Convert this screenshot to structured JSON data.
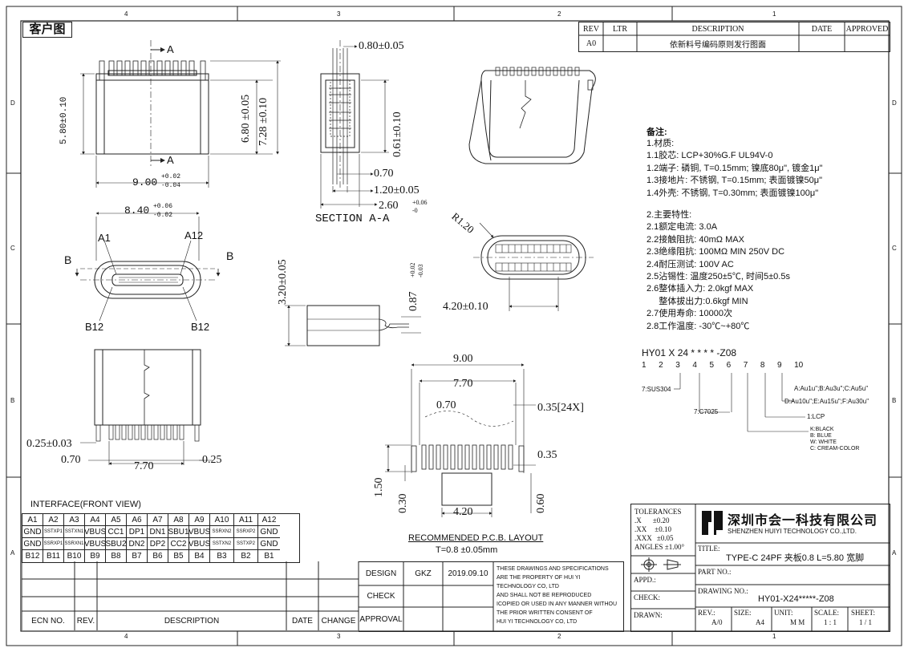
{
  "customer_label": "客户图",
  "zones_top": [
    "4",
    "3",
    "2",
    "1"
  ],
  "zones_side": [
    "D",
    "C",
    "B",
    "A"
  ],
  "rev_table": {
    "headers": [
      "REV",
      "LTR",
      "DESCRIPTION",
      "DATE",
      "APPROVED"
    ],
    "rev": "A0",
    "description": "依新料号编码原则发行图面"
  },
  "dims": {
    "d580": "5.80±0.10",
    "d900": "9.00",
    "d900_tol_up": "+0.02",
    "d900_tol_dn": "-0.04",
    "d680": "6.80 ±0.05",
    "d728": "7.28 ±0.10",
    "sect_a": "A",
    "d080": "0.80±0.05",
    "d061": "0.61±0.10",
    "d070": "0.70",
    "d120": "1.20±0.05",
    "d260": "2.60",
    "d260_tol_up": "+0.06",
    "d260_tol_dn": "-0",
    "section_label": "SECTION A-A",
    "d840": "8.40",
    "d840_tol_up": "+0.06",
    "d840_tol_dn": "-0.02",
    "a1": "A1",
    "a12": "A12",
    "b1": "B12",
    "b12": "B12",
    "sect_b": "B",
    "r120": "R1.20",
    "d420": "4.20±0.10",
    "d320": "3.20±0.05",
    "d087": "0.87",
    "d087_tol_up": "+0.02",
    "d087_tol_dn": "-0.03",
    "d025": "0.25±0.03",
    "d070b": "0.70",
    "d770b": "7.70",
    "d025b": "0.25",
    "p900": "9.00",
    "p770": "7.70",
    "p070": "0.70",
    "p035x24": "0.35[24X]",
    "p035": "0.35",
    "p150": "1.50",
    "p030": "0.30",
    "p420": "4.20",
    "p060": "0.60",
    "pcb_title": "RECOMMENDED  P.C.B. LAYOUT",
    "pcb_thick": "T=0.8 ±0.05mm"
  },
  "notes": {
    "title": "备注:",
    "lines": [
      "1.材质:",
      "1.1胶芯: LCP+30%G.F UL94V-0",
      "1.2端子: 磷铜, T=0.15mm; 镍底80μ\", 镀金1μ\"",
      "1.3接地片: 不锈钢, T=0.15mm; 表面镀镍50μ\"",
      "1.4外壳: 不锈钢, T=0.30mm; 表面镀镍100μ\"",
      "",
      "2.主要特性:",
      "2.1额定电流: 3.0A",
      "2.2接触阻抗: 40mΩ MAX",
      "2.3绝缘阻抗: 100MΩ MIN 250V DC",
      "2.4耐压测试: 100V AC",
      "2.5沾锡性: 温度250±5℃, 时间5±0.5s",
      "2.6整体插入力: 2.0kgf MAX",
      "     整体拔出力:0.6kgf MIN",
      "2.7使用寿命: 10000次",
      "2.8工作温度: -30℃~+80℃"
    ]
  },
  "part_code": {
    "code": "HY01 X 24 * * * * -Z08",
    "positions": "1  2  3  4  5  6  7  8  9  10",
    "opt9a": "A:Au1u\";B:Au3u\";C:Au5u\"",
    "opt9b": "D:Au10u\";E:Au15u\";F:Au30u\"",
    "opt7": "7:SUS304",
    "opt6": "7:C7025",
    "opt8": "1:LCP",
    "colors": [
      "K:BLACK",
      "B: BLUE",
      "W: WHITE",
      "C: CREAM-COLOR"
    ]
  },
  "interface": {
    "title": "INTERFACE(FRONT VIEW)",
    "rows": [
      [
        "A1",
        "A2",
        "A3",
        "A4",
        "A5",
        "A6",
        "A7",
        "A8",
        "A9",
        "A10",
        "A11",
        "A12"
      ],
      [
        "GND",
        "SSTXP1",
        "SSTXN1",
        "VBUS",
        "CC1",
        "DP1",
        "DN1",
        "SBU1",
        "VBUS",
        "SSRXN2",
        "SSRXP2",
        "GND"
      ],
      [
        "GND",
        "SSRXP1",
        "SSRXN1",
        "VBUS",
        "SBU2",
        "DN2",
        "DP2",
        "CC2",
        "VBUS",
        "SSTXN2",
        "SSTXP2",
        "GND"
      ],
      [
        "B12",
        "B11",
        "B10",
        "B9",
        "B8",
        "B7",
        "B6",
        "B5",
        "B4",
        "B3",
        "B2",
        "B1"
      ]
    ]
  },
  "revision_block": {
    "ecn": "ECN NO.",
    "rev": "REV.",
    "desc": "DESCRIPTION",
    "date": "DATE",
    "change": "CHANGE",
    "design": "DESIGN",
    "check": "CHECK",
    "approval": "APPROVAL",
    "designer": "GKZ",
    "design_date": "2019.09.10",
    "notice": [
      "THESE DRAWINGS AND SPECIFICATIONS",
      "ARE THE PROPERTY OF HUI YI",
      "TECHNOLOGY  CO, LTD",
      "AND SHALL NOT BE REPRODUCED",
      "ICOPIED OR USED IN ANY MANNER WITHOU",
      "THE PRIOR WRITTEN CONSENT OF",
      "HUI YI  TECHNOLOGY CO, LTD"
    ]
  },
  "title_block": {
    "tolerances": "TOLERANCES",
    "tol_x": ".X",
    "tol_x_v": "±0.20",
    "tol_xx": ".XX",
    "tol_xx_v": "±0.10",
    "tol_xxx": ".XXX",
    "tol_xxx_v": "±0.05",
    "angles": "ANGLES ±1.00°",
    "company_cn": "深圳市会一科技有限公司",
    "company_en": "SHENZHEN HUIYI TECHNOLOGY CO.,LTD.",
    "title_label": "TITLE:",
    "title": "TYPE-C 24PF 夹板0.8 L=5.80 宽脚",
    "appd": "APPD.:",
    "part_no": "PART NO.:",
    "check": "CHECK:",
    "drawing_no_label": "DRAWING NO.:",
    "drawing_no": "HY01-X24*****-Z08",
    "drawn": "DRAWN:",
    "rev_label": "REV.:",
    "rev_v": "A/0",
    "size_label": "SIZE:",
    "size_v": "A4",
    "unit_label": "UNIT:",
    "unit_v": "M M",
    "scale_label": "SCALE:",
    "scale_v": "1 : 1",
    "sheet_label": "SHEET:",
    "sheet_v": "1 / 1"
  }
}
